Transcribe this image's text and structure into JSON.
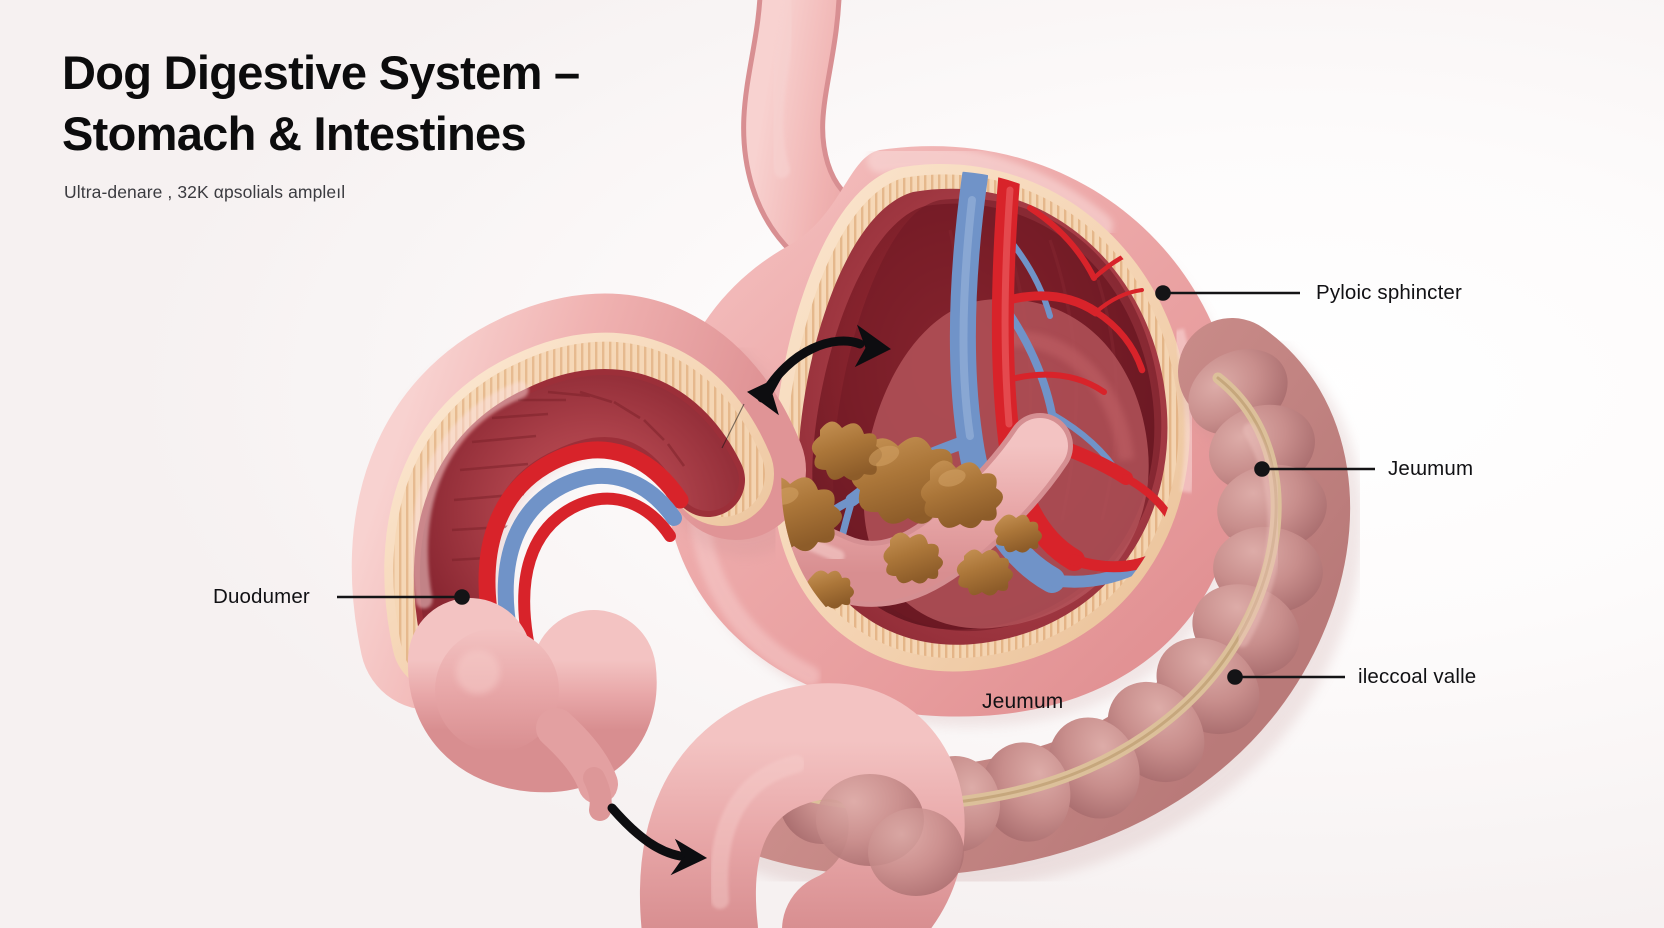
{
  "header": {
    "title": "Dog Digestive System –\nStomach & Intestines",
    "subtitle": "Ultra-denare , 32K αpsolials ampleıl"
  },
  "labels": {
    "pyloric_sphincter": "Pyloic sphincter",
    "jejunum_right": "Jeɯmum",
    "ileocecal_valve": "ileccoal valle",
    "duodenum": "Duodumer",
    "jejunum_center": "Jeumum"
  },
  "colors": {
    "background": "#faf7f7",
    "serosa_pink": "#eca9ab",
    "serosa_light": "#f3bfc0",
    "submucosa_cream": "#f6d9bd",
    "mucosa_dark_red": "#8e2430",
    "mucosa_red": "#b2404a",
    "artery_red": "#d8232a",
    "vein_blue": "#6f8fc4",
    "colon_mauve": "#cd8f8e",
    "taenia_tan": "#dcc09a",
    "chyme_brown": "#b07a40",
    "leader_line": "#141416",
    "text_dark": "#0c0c0d"
  },
  "annotations": {
    "peristalsis_arrow_upper": "double-headed curved arrow",
    "peristalsis_arrow_lower": "curved directional arrow"
  }
}
